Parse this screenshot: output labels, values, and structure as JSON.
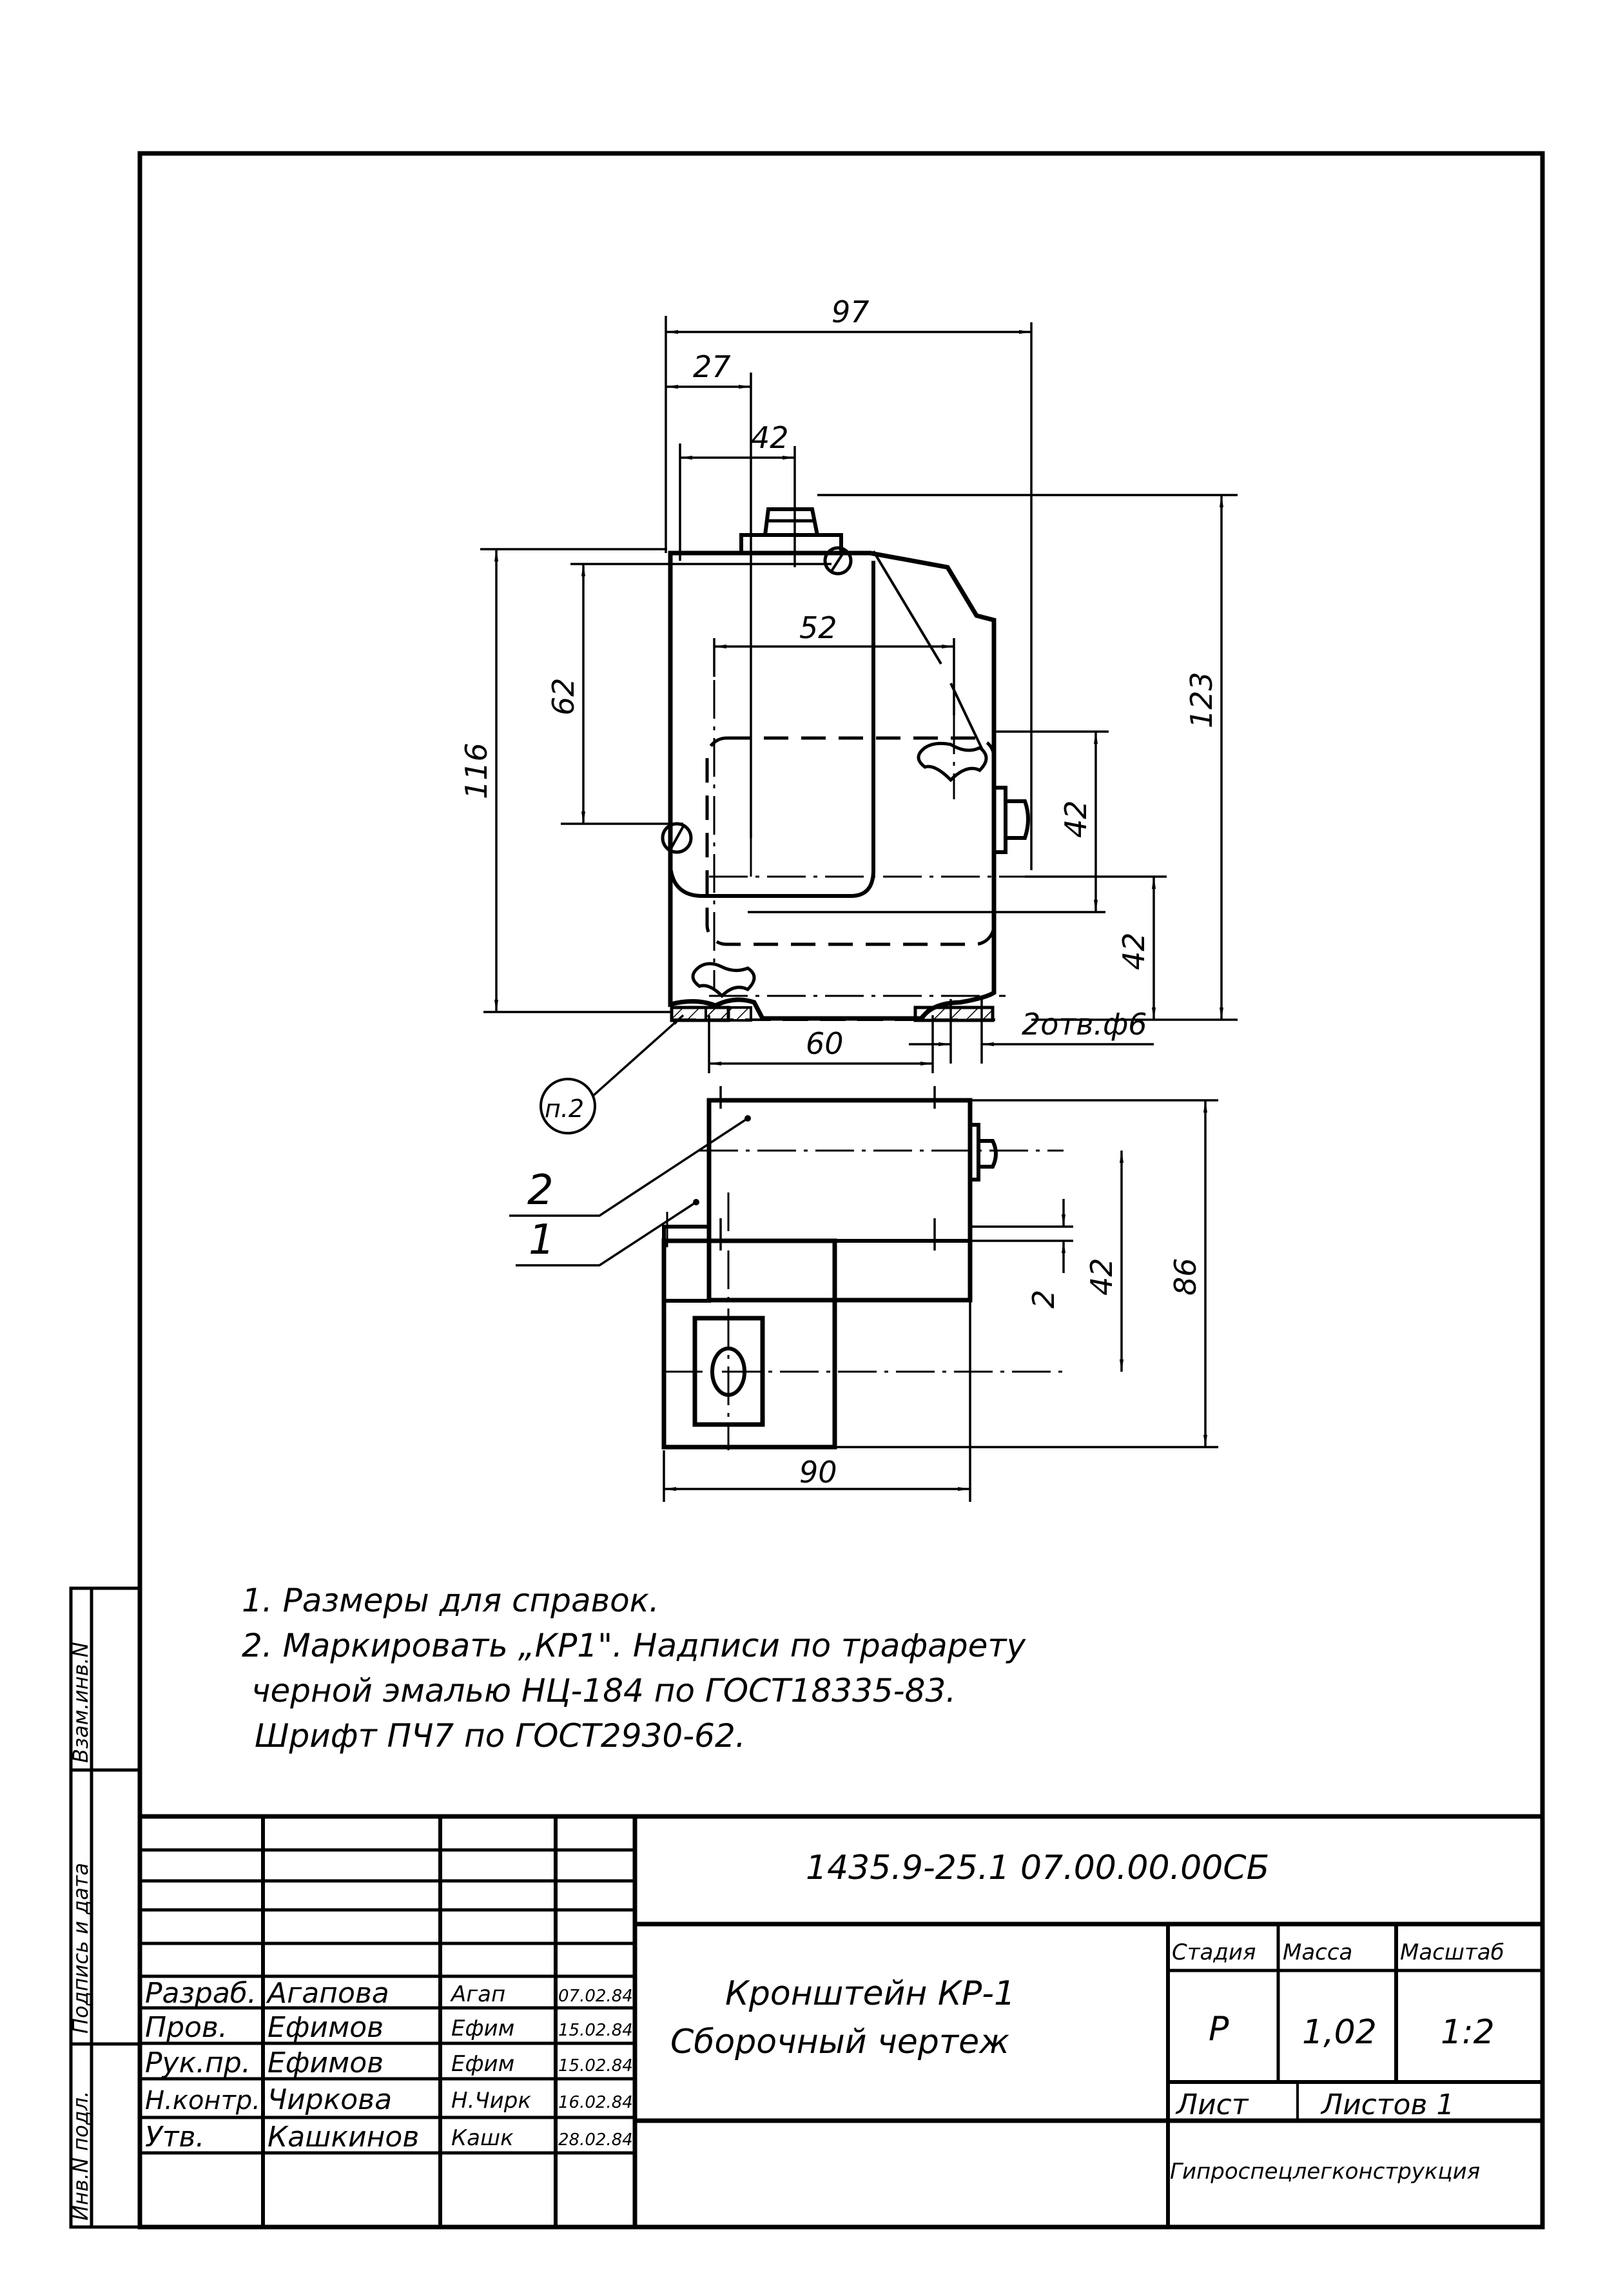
{
  "drawing": {
    "dimensions_top_view": {
      "overall_width": "97",
      "offset_left": "27",
      "boss_spacing": "42",
      "inner_width": "52",
      "left_vertical": "62",
      "overall_height_left": "116",
      "overall_height_right": "123",
      "right_vertical_upper": "42",
      "right_vertical_lower": "42",
      "bottom_hole_spacing": "60",
      "holes_note": "2отв.ф6",
      "callout": "п.2"
    },
    "dimensions_bottom_view": {
      "overall_width": "90",
      "overall_height": "86",
      "center_height": "42",
      "plate_thickness": "2"
    },
    "part_labels": [
      "2",
      "1"
    ]
  },
  "notes": [
    "1. Размеры для справок.",
    "2. Маркировать „КР1\". Надписи по трафарету",
    "черной эмалью НЦ-184 по ГОСТ18335-83.",
    "Шрифт ПЧ7 по ГОСТ2930-62."
  ],
  "side_strip": {
    "labels": [
      "Взам.инв.N",
      "Подпись и дата",
      "Инв.N подл."
    ]
  },
  "title_block": {
    "document_code": "1435.9-25.1 07.00.00.00СБ",
    "title_line1": "Кронштейн КР-1",
    "title_line2": "Сборочный чертеж",
    "headers": {
      "stage": "Стадия",
      "mass": "Масса",
      "scale": "Масштаб"
    },
    "values": {
      "stage": "Р",
      "mass": "1,02",
      "scale": "1:2"
    },
    "sheet_label": "Лист",
    "sheets_label": "Листов 1",
    "organization": "Гипроспецлегконструкция",
    "signatures": [
      {
        "role": "Разраб.",
        "name": "Агапова",
        "signature": "Агап",
        "date": "07.02.84"
      },
      {
        "role": "Пров.",
        "name": "Ефимов",
        "signature": "Ефим",
        "date": "15.02.84"
      },
      {
        "role": "Рук.пр.",
        "name": "Ефимов",
        "signature": "Ефим",
        "date": "15.02.84"
      },
      {
        "role": "Н.контр.",
        "name": "Чиркова",
        "signature": "Н.Чирк",
        "date": "16.02.84"
      },
      {
        "role": "Утв.",
        "name": "Кашкинов",
        "signature": "Кашк",
        "date": "28.02.84"
      }
    ]
  }
}
